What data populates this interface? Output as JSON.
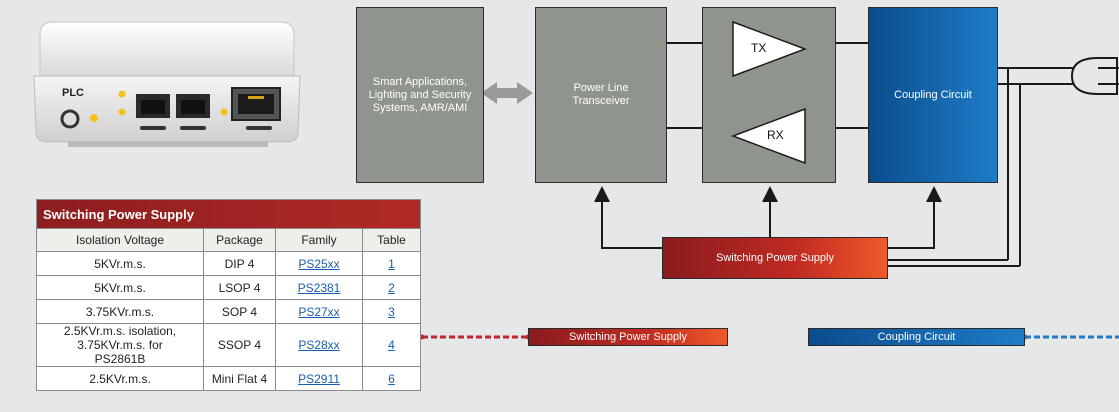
{
  "device": {
    "label": "PLC"
  },
  "blocks": {
    "smart_apps": "Smart Applications, Lighting and Security Systems, AMR/AMI",
    "transceiver": "Power Line Transceiver",
    "tx": "TX",
    "rx": "RX",
    "coupling": "Coupling Circuit",
    "sps": "Switching Power Supply"
  },
  "table": {
    "title": "Switching Power Supply",
    "headers": [
      "Isolation Voltage",
      "Package",
      "Family",
      "Table"
    ],
    "rows": [
      [
        "5KVr.m.s.",
        "DIP 4",
        "PS25xx",
        "1"
      ],
      [
        "5KVr.m.s.",
        "LSOP 4",
        "PS2381",
        "2"
      ],
      [
        "3.75KVr.m.s.",
        "SOP 4",
        "PS27xx",
        "3"
      ],
      [
        "2.5KVr.m.s. isolation, 3.75KVr.m.s. for PS2861B",
        "SSOP 4",
        "PS28xx",
        "4"
      ],
      [
        "2.5KVr.m.s.",
        "Mini Flat 4",
        "PS2911",
        "6"
      ]
    ]
  },
  "legend": {
    "sps": "Switching Power Supply",
    "coupling": "Coupling Circuit"
  },
  "colors": {
    "gray_block": "#8f958d",
    "coupling_blue": "#1565b0",
    "sps_red": "#b52a24",
    "link_blue": "#1a5fae",
    "dash_red": "#c0272d",
    "dash_blue": "#1f78c8"
  }
}
